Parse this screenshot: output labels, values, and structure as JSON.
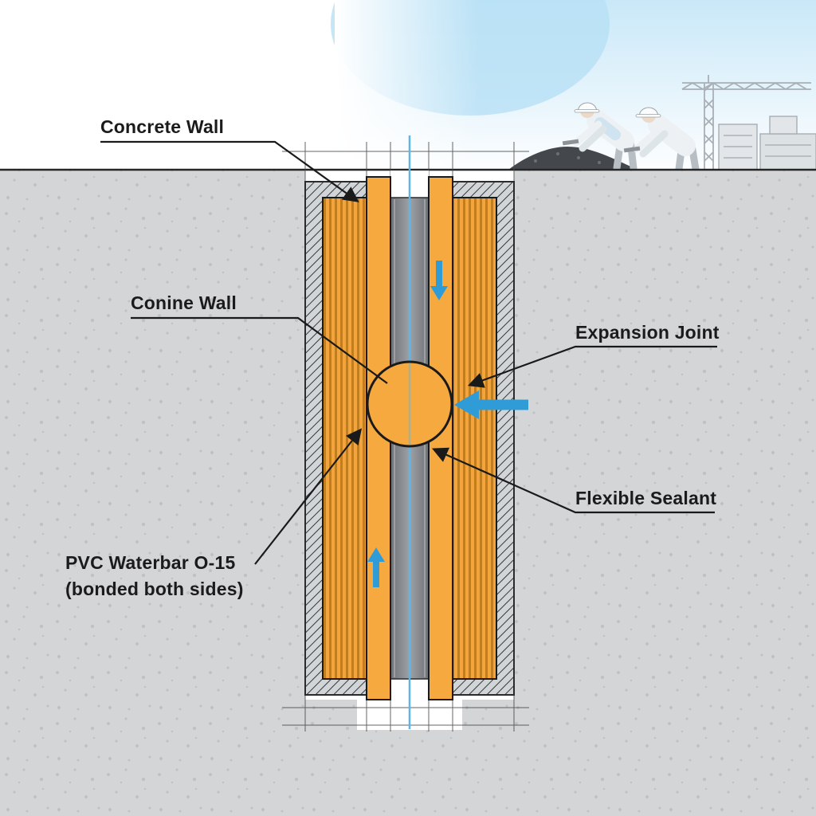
{
  "labels": {
    "concrete_wall": "Concrete Wall",
    "conine_wall": "Conine Wall",
    "expansion_joint": "Expansion Joint",
    "flexible_sealant": "Flexible Sealant",
    "pvc_waterbar": "PVC Waterbar O-15",
    "pvc_waterbar_note": "(bonded both sides)"
  },
  "colors": {
    "waterbar_orange": "#F3A43C",
    "waterbar_rib_orange": "#C07E1E",
    "arrow_blue": "#2F9CD8",
    "centerline_blue": "#5FB6E3",
    "concrete_gray": "#D3D5D7",
    "joint_core_gray": "#84878C",
    "line_black": "#1A1A1A",
    "sky_blue": "#C9E8F8"
  }
}
